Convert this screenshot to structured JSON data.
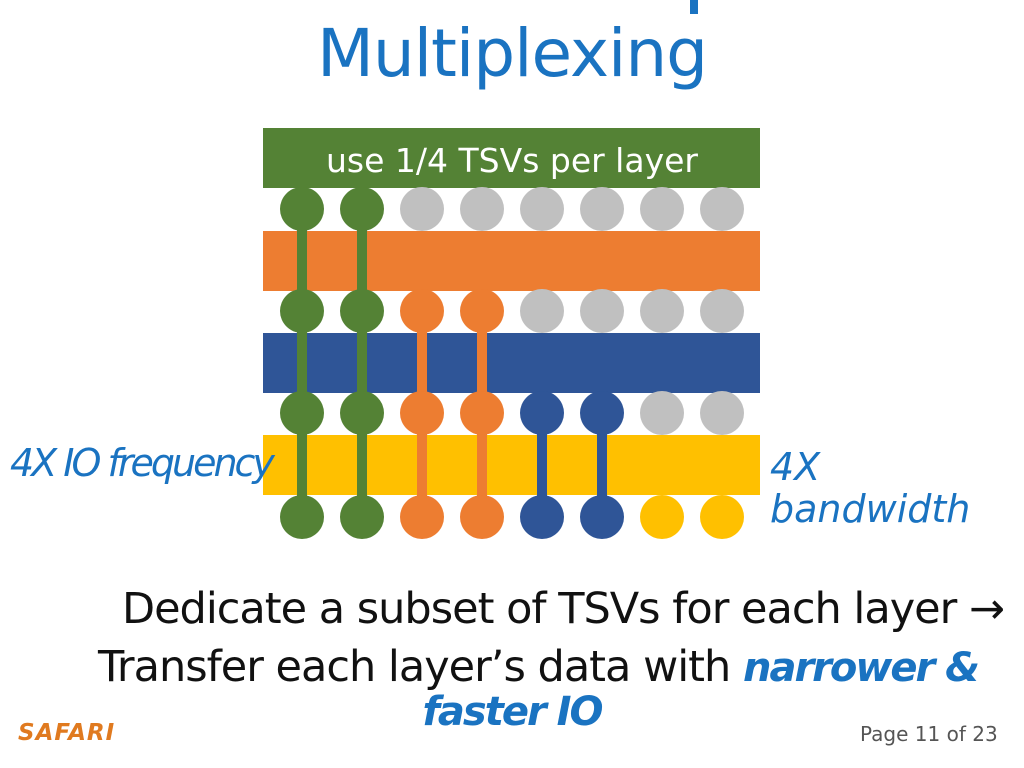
{
  "slide": {
    "title": "Multiplexing",
    "page_indicator": "Page 11 of 23",
    "logo": "SAFARI"
  },
  "diagram": {
    "top_bar_label": "use 1/4 TSVs per layer",
    "left_label": "4X IO frequency",
    "right_label_line1": "4X",
    "right_label_line2": "bandwidth",
    "colors": {
      "green": "#548235",
      "orange": "#ed7d31",
      "blue": "#2f5597",
      "yellow": "#ffc000",
      "gray": "#c0c0c0",
      "label_text": "#1a73c1"
    },
    "layers": [
      "green",
      "orange",
      "blue",
      "yellow"
    ],
    "tsv_rows": [
      [
        "green",
        "green",
        "gray",
        "gray",
        "gray",
        "gray",
        "gray",
        "gray"
      ],
      [
        "green",
        "green",
        "orange",
        "orange",
        "gray",
        "gray",
        "gray",
        "gray"
      ],
      [
        "green",
        "green",
        "orange",
        "orange",
        "blue",
        "blue",
        "gray",
        "gray"
      ],
      [
        "green",
        "green",
        "orange",
        "orange",
        "blue",
        "blue",
        "yellow",
        "yellow"
      ]
    ]
  },
  "summary": {
    "line1": "Dedicate a subset of TSVs for each layer →",
    "line2_prefix": "Transfer each layer’s data with ",
    "line2_emphasis": "narrower &",
    "line3_emphasis": "faster IO"
  }
}
